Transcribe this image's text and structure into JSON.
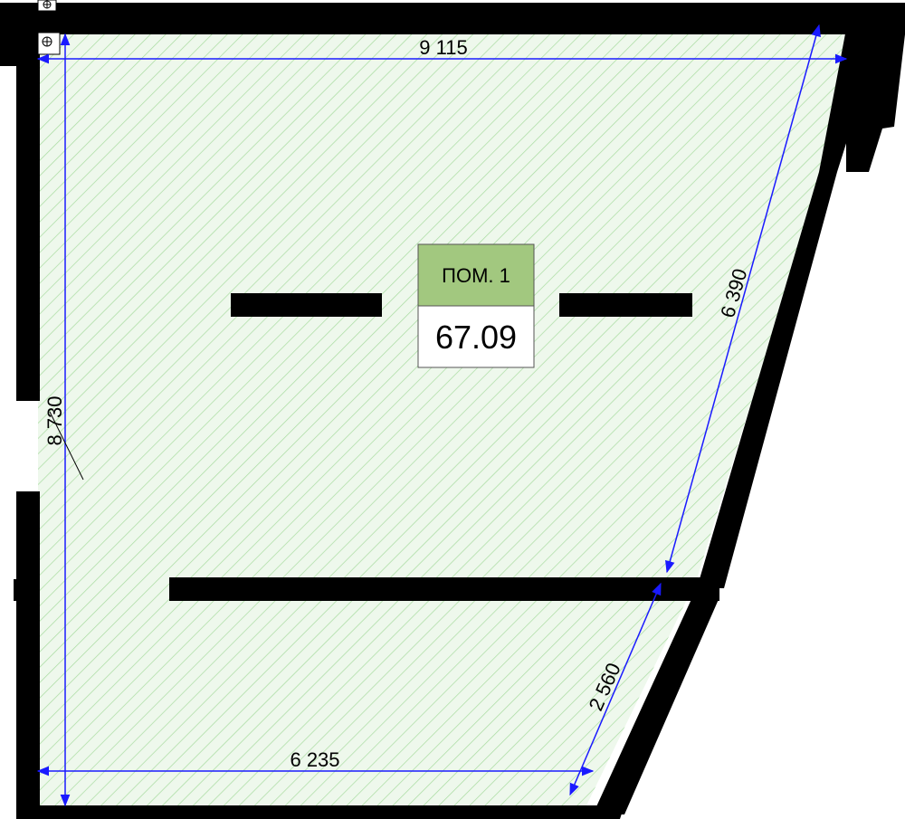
{
  "room": {
    "name": "ПОМ. 1",
    "area": "67.09",
    "hatch_color": "#a8dca0",
    "tag_fill": "#a2c87f"
  },
  "dimensions": {
    "top": "9 115",
    "left": "8 730",
    "right": "6 390",
    "bottom": "6 235",
    "diagonal_bottom": "2 560"
  },
  "colors": {
    "wall": "#000000",
    "dimension_line": "#1a1aff"
  }
}
